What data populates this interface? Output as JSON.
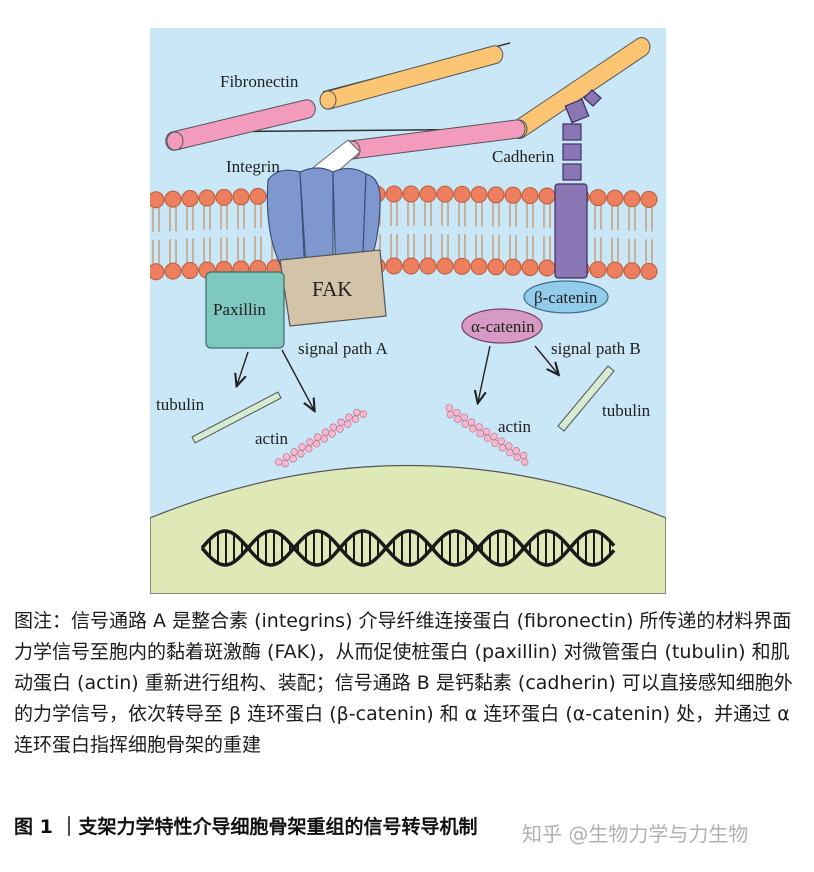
{
  "diagram": {
    "labels": {
      "fibronectin": "Fibronectin",
      "integrin": "Integrin",
      "cadherin": "Cadherin",
      "fak": "FAK",
      "paxillin": "Paxillin",
      "signal_a": "signal path A",
      "signal_b": "signal path B",
      "beta_catenin": "β-catenin",
      "alpha_catenin": "α-catenin",
      "tubulin_left": "tubulin",
      "actin_left": "actin",
      "actin_right": "actin",
      "tubulin_right": "tubulin"
    },
    "colors": {
      "background": "#c9e7f6",
      "membrane_head": "#ee7f5e",
      "fibronectin_pink": "#f39bbd",
      "fibronectin_orange": "#fbc574",
      "integrin": "#7e97cf",
      "fak": "#d3c3a8",
      "paxillin": "#7ec8c0",
      "cadherin": "#8a76b5",
      "beta_catenin": "#93cbea",
      "alpha_catenin": "#d69ac4",
      "nucleus": "#dfe9b8",
      "tubulin": "#d5ecd0",
      "actin": "#f4b8cf"
    }
  },
  "caption": {
    "note": "图注：信号通路 A 是整合素 (integrins) 介导纤维连接蛋白 (fibronectin) 所传递的材料界面力学信号至胞内的黏着斑激酶 (FAK)，从而促使桩蛋白 (paxillin) 对微管蛋白 (tubulin) 和肌动蛋白 (actin) 重新进行组构、装配；信号通路 B 是钙黏素 (cadherin) 可以直接感知细胞外的力学信号，依次转导至 β 连环蛋白 (β-catenin) 和 α 连环蛋白 (α-catenin) 处，并通过 α 连环蛋白指挥细胞骨架的重建",
    "figure_title": "图 1 ｜支架力学特性介导细胞骨架重组的信号转导机制",
    "watermark": "知乎 @生物力学与力生物"
  }
}
